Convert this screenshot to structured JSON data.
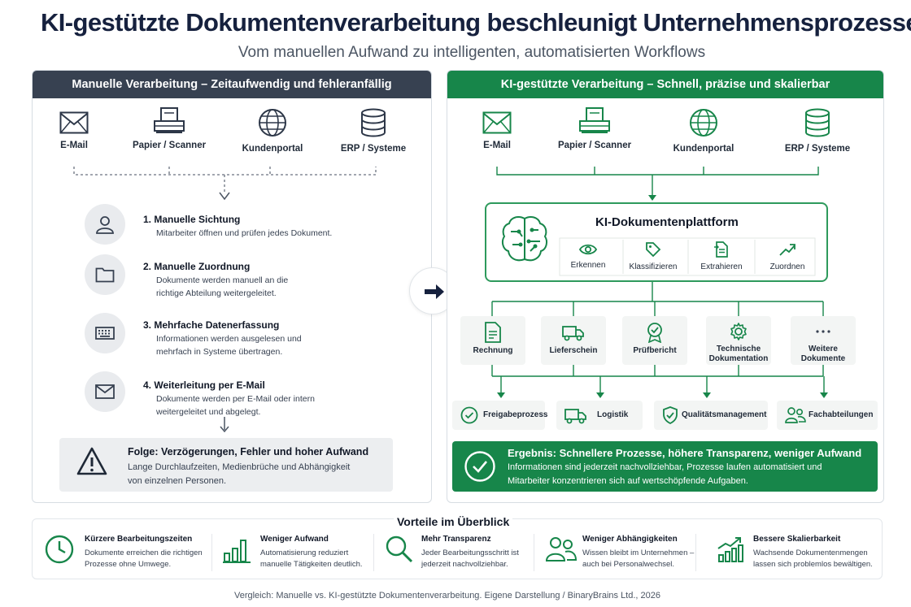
{
  "title": "KI-gestützte Dokumentenverarbeitung beschleunigt Unternehmensprozesse",
  "subtitle": "Vom manuellen Aufwand zu intelligenten, automatisierten Workflows",
  "left_panel": {
    "header": "Manuelle Verarbeitung – Zeitaufwendig und fehleranfällig",
    "sources": [
      "E-Mail",
      "Papier / Scanner",
      "Kundenportal",
      "ERP / Systeme"
    ],
    "steps": [
      {
        "title": "1.  Manuelle Sichtung",
        "lines": [
          "Mitarbeiter öffnen und prüfen jedes Dokument."
        ]
      },
      {
        "title": "2.  Manuelle Zuordnung",
        "lines": [
          "Dokumente werden manuell an die",
          "richtige Abteilung weitergeleitet."
        ]
      },
      {
        "title": "3.  Mehrfache Datenerfassung",
        "lines": [
          "Informationen werden ausgelesen und",
          "mehrfach in Systeme übertragen."
        ]
      },
      {
        "title": "4.  Weiterleitung per E-Mail",
        "lines": [
          "Dokumente werden per E-Mail oder intern",
          "weitergeleitet und abgelegt."
        ]
      }
    ],
    "consequence": {
      "title": "Folge: Verzögerungen, Fehler und hoher Aufwand",
      "line1": "Lange Durchlaufzeiten, Medienbrüche und Abhängigkeit",
      "line2": "von einzelnen Personen."
    }
  },
  "right_panel": {
    "header": "KI-gestützte Verarbeitung – Schnell, präzise und skalierbar",
    "sources": [
      "E-Mail",
      "Papier / Scanner",
      "Kundenportal",
      "ERP / Systeme"
    ],
    "platform": {
      "title": "KI-Dokumentenplattform",
      "capabilities": [
        "Erkennen",
        "Klassifizieren",
        "Extrahieren",
        "Zuordnen"
      ]
    },
    "documents": [
      {
        "line1": "Rechnung",
        "line2": ""
      },
      {
        "line1": "Lieferschein",
        "line2": ""
      },
      {
        "line1": "Prüfbericht",
        "line2": ""
      },
      {
        "line1": "Technische",
        "line2": "Dokumentation"
      },
      {
        "line1": "Weitere",
        "line2": "Dokumente"
      }
    ],
    "processes": [
      "Freigabeprozess",
      "Logistik",
      "Qualitätsmanagement",
      "Fachabteilungen"
    ],
    "result": {
      "title": "Ergebnis: Schnellere Prozesse, höhere Transparenz, weniger Aufwand",
      "line1": "Informationen sind jederzeit nachvollziehbar, Prozesse laufen automatisiert und",
      "line2": "Mitarbeiter konzentrieren sich auf wertschöpfende Aufgaben."
    }
  },
  "benefits": {
    "title": "Vorteile im Überblick",
    "items": [
      {
        "title": "Kürzere Bearbeitungszeiten",
        "line1": "Dokumente erreichen die richtigen",
        "line2": "Prozesse ohne Umwege."
      },
      {
        "title": "Weniger Aufwand",
        "line1": "Automatisierung reduziert",
        "line2": "manuelle Tätigkeiten deutlich."
      },
      {
        "title": "Mehr Transparenz",
        "line1": "Jeder Bearbeitungsschritt ist",
        "line2": "jederzeit nachvollziehbar."
      },
      {
        "title": "Weniger Abhängigkeiten",
        "line1": "Wissen bleibt im Unternehmen –",
        "line2": "auch bei Personalwechsel."
      },
      {
        "title": "Bessere Skalierbarkeit",
        "line1": "Wachsende Dokumentenmengen",
        "line2": "lassen sich problemlos bewältigen."
      }
    ]
  },
  "footer": "Vergleich: Manuelle vs. KI-gestützte Dokumentenverarbeitung. Eigene Darstellung / BinaryBrains Ltd., 2026",
  "colors": {
    "green": "#17864a",
    "dark": "#374151"
  }
}
